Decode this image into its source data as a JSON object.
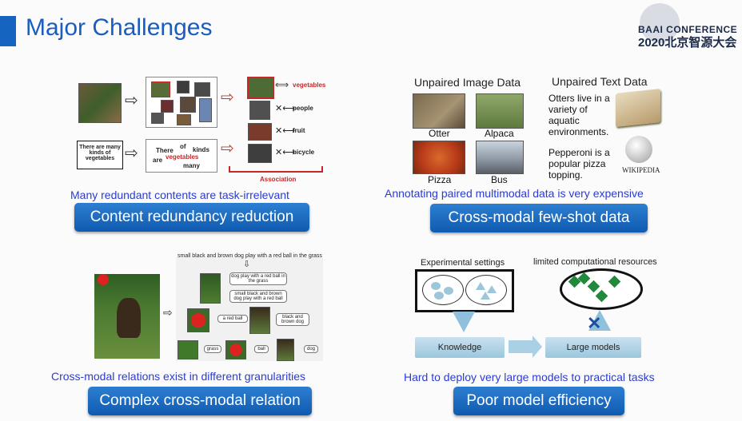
{
  "title": "Major Challenges",
  "logo": {
    "line1": "BAAI CONFERENCE",
    "line2": "2020北京智源大会"
  },
  "quadrants": [
    {
      "caption": "Many redundant contents are task-irrelevant",
      "button": "Content redundancy reduction",
      "text_box": "There are many kinds of vegetables",
      "words": {
        "there": "There",
        "are": "are",
        "of": "of",
        "kinds": "kinds",
        "vegetables": "vegetables",
        "many": "many"
      },
      "labels": [
        "vegetables",
        "people",
        "fruit",
        "bicycle"
      ],
      "association": "Association"
    },
    {
      "caption": "Annotating paired multimodal data is very expensive",
      "button": "Cross-modal few-shot data",
      "image_header": "Unpaired Image Data",
      "text_header": "Unpaired Text Data",
      "image_labels": [
        "Otter",
        "Alpaca",
        "Pizza",
        "Bus"
      ],
      "text1": "Otters live in a variety of aquatic environments.",
      "text2": "Pepperoni is a popular pizza topping.",
      "wiki": "WIKIPEDIA"
    },
    {
      "caption": "Cross-modal relations exist in different granularities",
      "button": "Complex cross-modal relation",
      "top_caption": "small black and brown dog play with a red ball in the grass",
      "phrase1": "dog play with a red ball in the grass",
      "phrase2": "small black and brown dog play with a red ball",
      "node_ball": "a red ball",
      "node_dog": "black and brown dog",
      "words": [
        "grass",
        "ball",
        "dog"
      ]
    },
    {
      "caption": "Hard to deploy very large models to practical tasks",
      "button": "Poor model efficiency",
      "exp_settings": "Experimental settings",
      "limited": "limited computational resources",
      "knowledge": "Knowledge",
      "large_models": "Large models"
    }
  ]
}
